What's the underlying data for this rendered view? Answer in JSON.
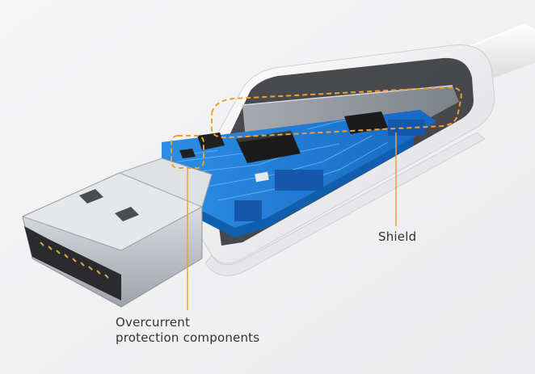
{
  "callouts": {
    "shield": "Shield",
    "overcurrent_line1": "Overcurrent",
    "overcurrent_line2": "protection components"
  },
  "colors": {
    "background": "#f4f4f5",
    "pcb": "#1e7fd9",
    "pcb_dark": "#0f5fae",
    "chip": "#1b1b1b",
    "metal": "#c9cdd2",
    "shell": "#f2f2f2",
    "callout_line": "#f0a030"
  },
  "icons": [
    "hdmi-connector",
    "circuit-board",
    "chip"
  ]
}
